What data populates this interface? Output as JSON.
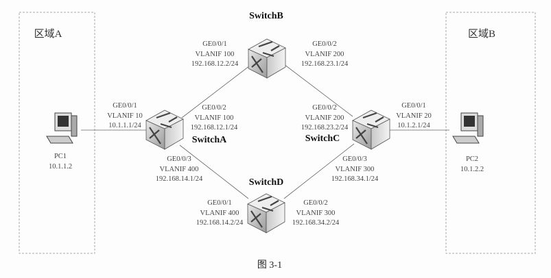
{
  "zones": {
    "a": "区域A",
    "b": "区域B"
  },
  "pcs": {
    "pc1": {
      "name": "PC1",
      "ip": "10.1.1.2"
    },
    "pc2": {
      "name": "PC2",
      "ip": "10.1.2.2"
    }
  },
  "switches": {
    "a": "SwitchA",
    "b": "SwitchB",
    "c": "SwitchC",
    "d": "SwitchD"
  },
  "interfaces": {
    "a_pc": [
      "GE0/0/1",
      "VLANIF 10",
      "10.1.1.1/24"
    ],
    "a_b": [
      "GE0/0/2",
      "VLANIF 100",
      "192.168.12.1/24"
    ],
    "a_d": [
      "GE0/0/3",
      "VLANIF 400",
      "192.168.14.1/24"
    ],
    "b_a": [
      "GE0/0/1",
      "VLANIF 100",
      "192.168.12.2/24"
    ],
    "b_c": [
      "GE0/0/2",
      "VLANIF 200",
      "192.168.23.1/24"
    ],
    "c_b": [
      "GE0/0/2",
      "VLANIF 200",
      "192.168.23.2/24"
    ],
    "c_pc": [
      "GE0/0/1",
      "VLANIF 20",
      "10.1.2.1/24"
    ],
    "c_d": [
      "GE0/0/3",
      "VLANIF 300",
      "192.168.34.1/24"
    ],
    "d_a": [
      "GE0/0/1",
      "VLANIF 400",
      "192.168.14.2/24"
    ],
    "d_c": [
      "GE0/0/2",
      "VLANIF 300",
      "192.168.34.2/24"
    ]
  },
  "caption": "图 3-1"
}
